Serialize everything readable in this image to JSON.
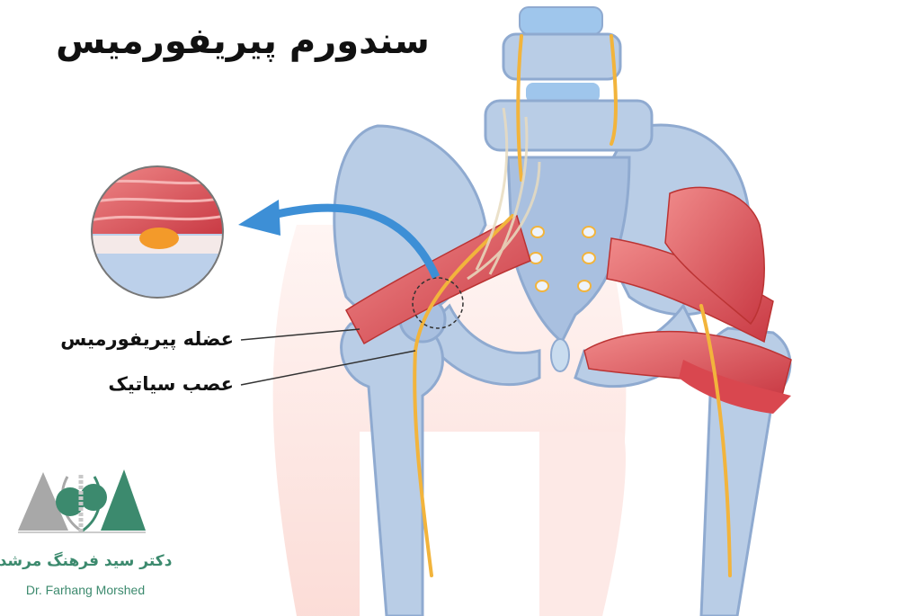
{
  "title": "سندورم پیریفورمیس",
  "labels": {
    "piriformis_muscle": "عضله پیریفورمیس",
    "sciatic_nerve": "عصب سیاتیک"
  },
  "logo": {
    "name_fa": "دکتر سید فرهنگ مرشد",
    "name_en": "Dr. Farhang Morshed"
  },
  "colors": {
    "bone": "#b9cde6",
    "bone_shadow": "#8faad0",
    "muscle": "#e0545a",
    "nerve": "#f2b43c",
    "skin": "#fbe3df",
    "arrow": "#3d8fd6",
    "logo_green": "#3c8a6e",
    "logo_gray": "#a8a8a8"
  }
}
